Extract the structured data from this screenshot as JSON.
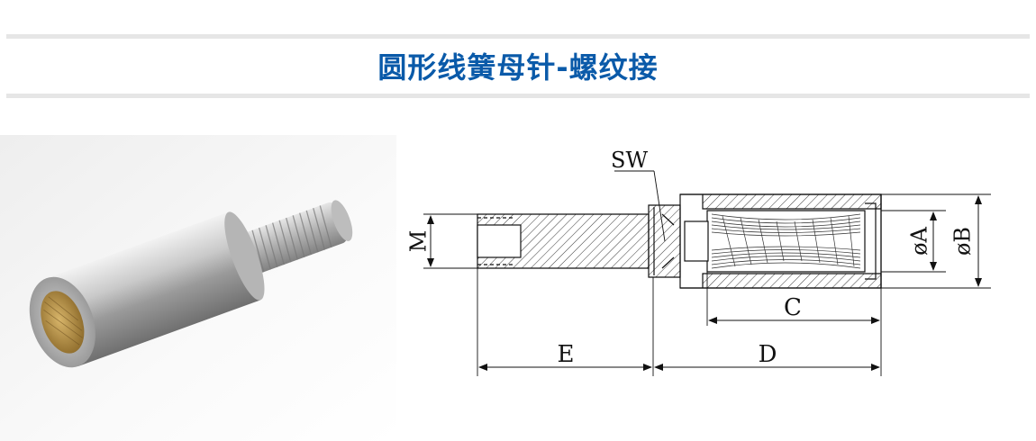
{
  "title": "圆形线簧母针-螺纹接",
  "labels": {
    "sw": "SW",
    "m": "M",
    "phi_a": "øA",
    "phi_b": "øB",
    "c": "C",
    "d": "D",
    "e": "E"
  },
  "colors": {
    "title": "#0a5aa9",
    "rule": "#e6e6e6",
    "line": "#111111"
  }
}
